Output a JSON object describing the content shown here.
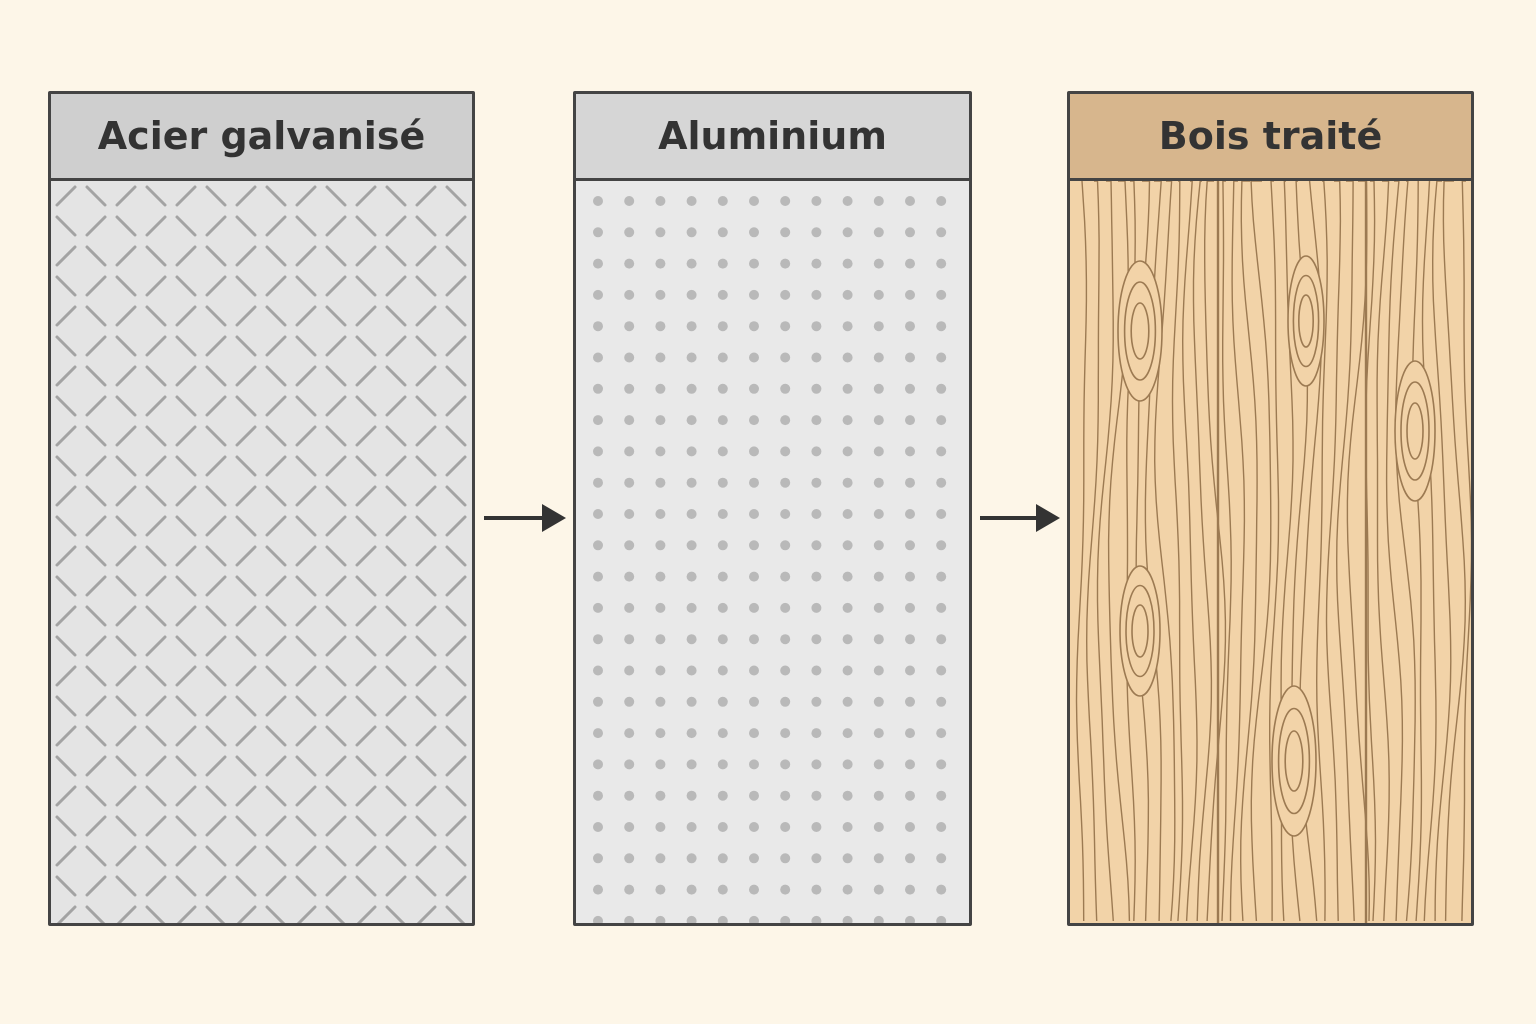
{
  "panels": [
    {
      "label": "Acier galvanisé",
      "header_color": "#cfcfcf",
      "body_color": "#e4e4e4",
      "pattern_color": "#a3a3a3",
      "pattern": "diamond-plate-icon"
    },
    {
      "label": "Aluminium",
      "header_color": "#d6d6d6",
      "body_color": "#e9e9e9",
      "pattern_color": "#b9b9b9",
      "pattern": "perforated-dots-icon"
    },
    {
      "label": "Bois traité",
      "header_color": "#d7b68d",
      "body_color": "#f2d3a8",
      "pattern_color": "#9c7a52",
      "pattern": "wood-grain-icon"
    }
  ],
  "arrow_color": "#333333",
  "background_color": "#fdf6e8"
}
